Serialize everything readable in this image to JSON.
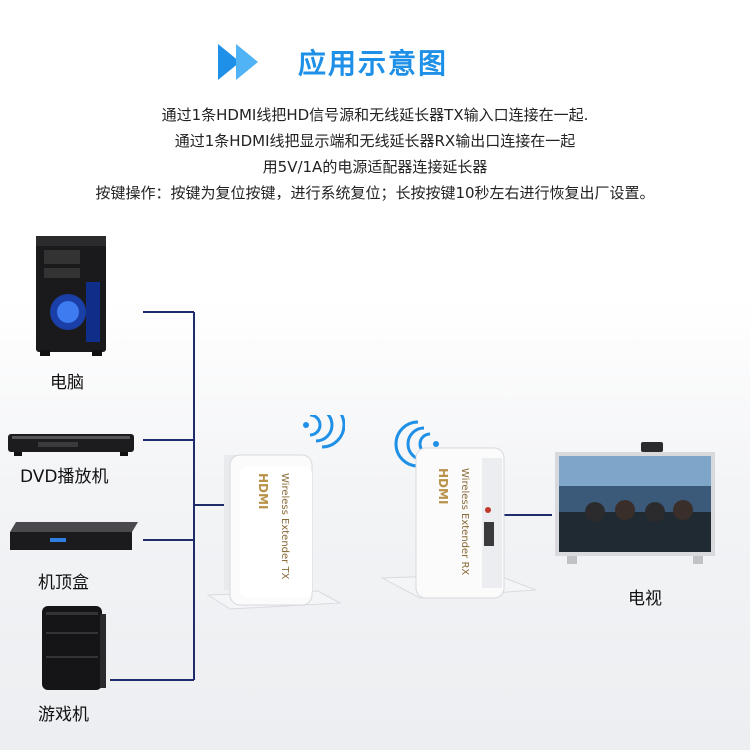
{
  "title": "应用示意图",
  "description_lines": [
    "通过1条HDMI线把HD信号源和无线延长器TX输入口连接在一起.",
    "通过1条HDMI线把显示端和无线延长器RX输出口连接在一起",
    "用5V/1A的电源适配器连接延长器",
    "按键操作：按键为复位按键，进行系统复位；长按按键10秒左右进行恢复出厂设置。"
  ],
  "sources": [
    {
      "label": "电脑"
    },
    {
      "label": "DVD播放机"
    },
    {
      "label": "机顶盒"
    },
    {
      "label": "游戏机"
    }
  ],
  "display": {
    "label": "电视"
  },
  "tx": {
    "logo": "HDMI",
    "text": "Wireless Extender TX"
  },
  "rx": {
    "logo": "HDMI",
    "text": "Wireless Extender RX"
  },
  "colors": {
    "accent": "#1e90e8",
    "connector": "#1f2c6b"
  }
}
